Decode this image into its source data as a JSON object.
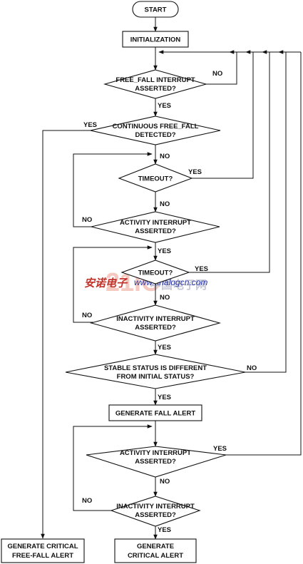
{
  "nodes": {
    "start": "START",
    "init": "INITIALIZATION",
    "freefall_q": [
      "FREE_FALL INTERRUPT",
      "ASSERTED?"
    ],
    "continuous_q": [
      "CONTINUOUS FREE_FALL",
      "DETECTED?"
    ],
    "timeout1_q": [
      "TIMEOUT?"
    ],
    "activity1_q": [
      "ACTIVITY INTERRUPT",
      "ASSERTED?"
    ],
    "timeout2_q": [
      "TIMEOUT?"
    ],
    "inactivity1_q": [
      "INACTIVITY INTERRUPT",
      "ASSERTED?"
    ],
    "stable_q": [
      "STABLE STATUS IS DIFFERENT",
      "FROM INITIAL STATUS?"
    ],
    "fall_alert": "GENERATE FALL ALERT",
    "activity2_q": [
      "ACTIVITY INTERRUPT",
      "ASSERTED?"
    ],
    "inactivity2_q": [
      "INACTIVITY INTERRUPT",
      "ASSERTED?"
    ],
    "critical_freefall": [
      "GENERATE CRITICAL",
      "FREE-FALL ALERT"
    ],
    "critical_alert": [
      "GENERATE",
      "CRITICAL ALERT"
    ]
  },
  "edge_labels": {
    "yes": "YES",
    "no": "NO"
  },
  "watermark": {
    "number": "21IC",
    "chinese_left": "安诺电子",
    "chinese_right": "中国电子网",
    "url": "www.analogcn.com"
  }
}
